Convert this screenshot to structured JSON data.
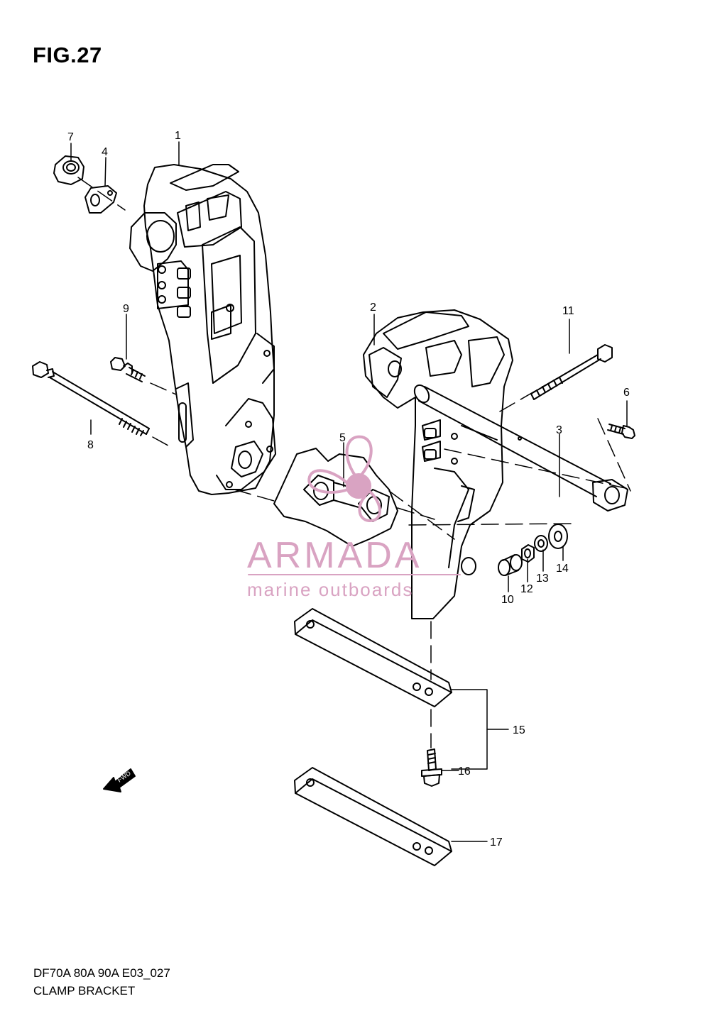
{
  "figure": {
    "title": "FIG.27",
    "code": "DF70A 80A 90A E03_027",
    "name": "CLAMP BRACKET"
  },
  "callouts": {
    "c1": "1",
    "c2": "2",
    "c3": "3",
    "c4": "4",
    "c5": "5",
    "c6": "6",
    "c7": "7",
    "c8": "8",
    "c9": "9",
    "c10": "10",
    "c11": "11",
    "c12": "12",
    "c13": "13",
    "c14": "14",
    "c15": "15",
    "c16": "16",
    "c17": "17"
  },
  "fwd_label": "FWD",
  "watermark": {
    "brand": "ARMADA",
    "tagline": "marine outboards",
    "color": "#d9a3c2"
  },
  "colors": {
    "line": "#000000",
    "background": "#ffffff"
  }
}
